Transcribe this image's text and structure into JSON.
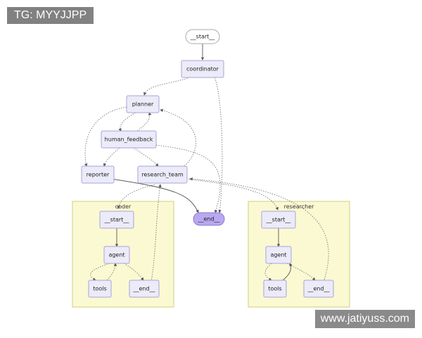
{
  "watermark_tag": "TG: MYYJJPP",
  "watermark_site": "www.jatiyuss.com",
  "nodes": {
    "start": "__start__",
    "coordinator": "coordinator",
    "planner": "planner",
    "human_feedback": "human_feedback",
    "reporter": "reporter",
    "research_team": "research_team",
    "end": "__end__",
    "coder_start": "__start__",
    "coder_agent": "agent",
    "coder_tools": "tools",
    "coder_end": "__end__",
    "researcher_start": "__start__",
    "researcher_agent": "agent",
    "researcher_tools": "tools",
    "researcher_end": "__end__"
  },
  "clusters": {
    "coder": "coder",
    "researcher": "researcher"
  },
  "colors": {
    "node_fill": "#ecebf9",
    "end_fill": "#b8a8ef",
    "cluster_fill": "#fbf9d2"
  }
}
